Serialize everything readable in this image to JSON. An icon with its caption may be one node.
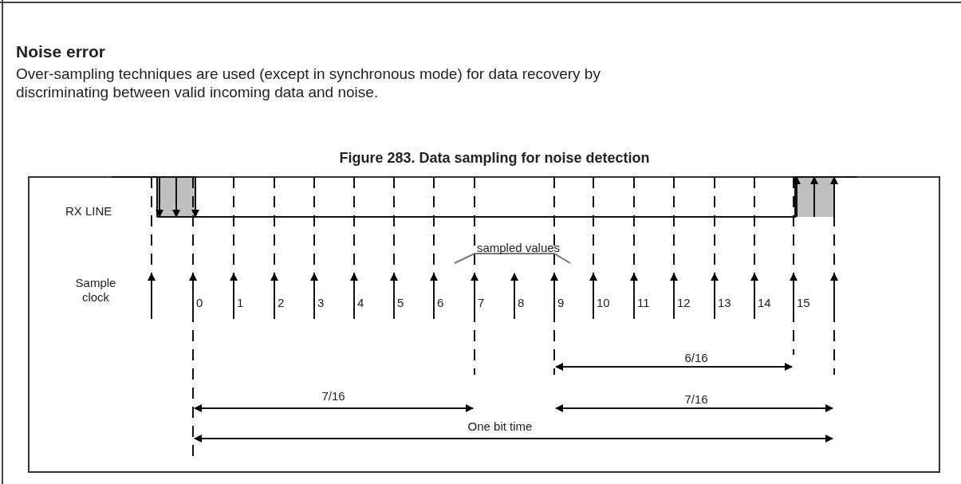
{
  "diagram": {
    "title": "Noise error",
    "caption": "Figure 283. Data sampling for noise detection",
    "labels": [
      "Over-sampling techniques are used (except in synchronous mode) for data recovery by discriminating between valid incoming data and noise.",
      "RX LINE",
      "Sample clock",
      "sampled values",
      "0",
      "1",
      "2",
      "3",
      "4",
      "5",
      "6",
      "7",
      "8",
      "9",
      "10",
      "11",
      "12",
      "13",
      "14",
      "15",
      "6/16",
      "7/16",
      "7/16",
      "One bit time"
    ]
  }
}
